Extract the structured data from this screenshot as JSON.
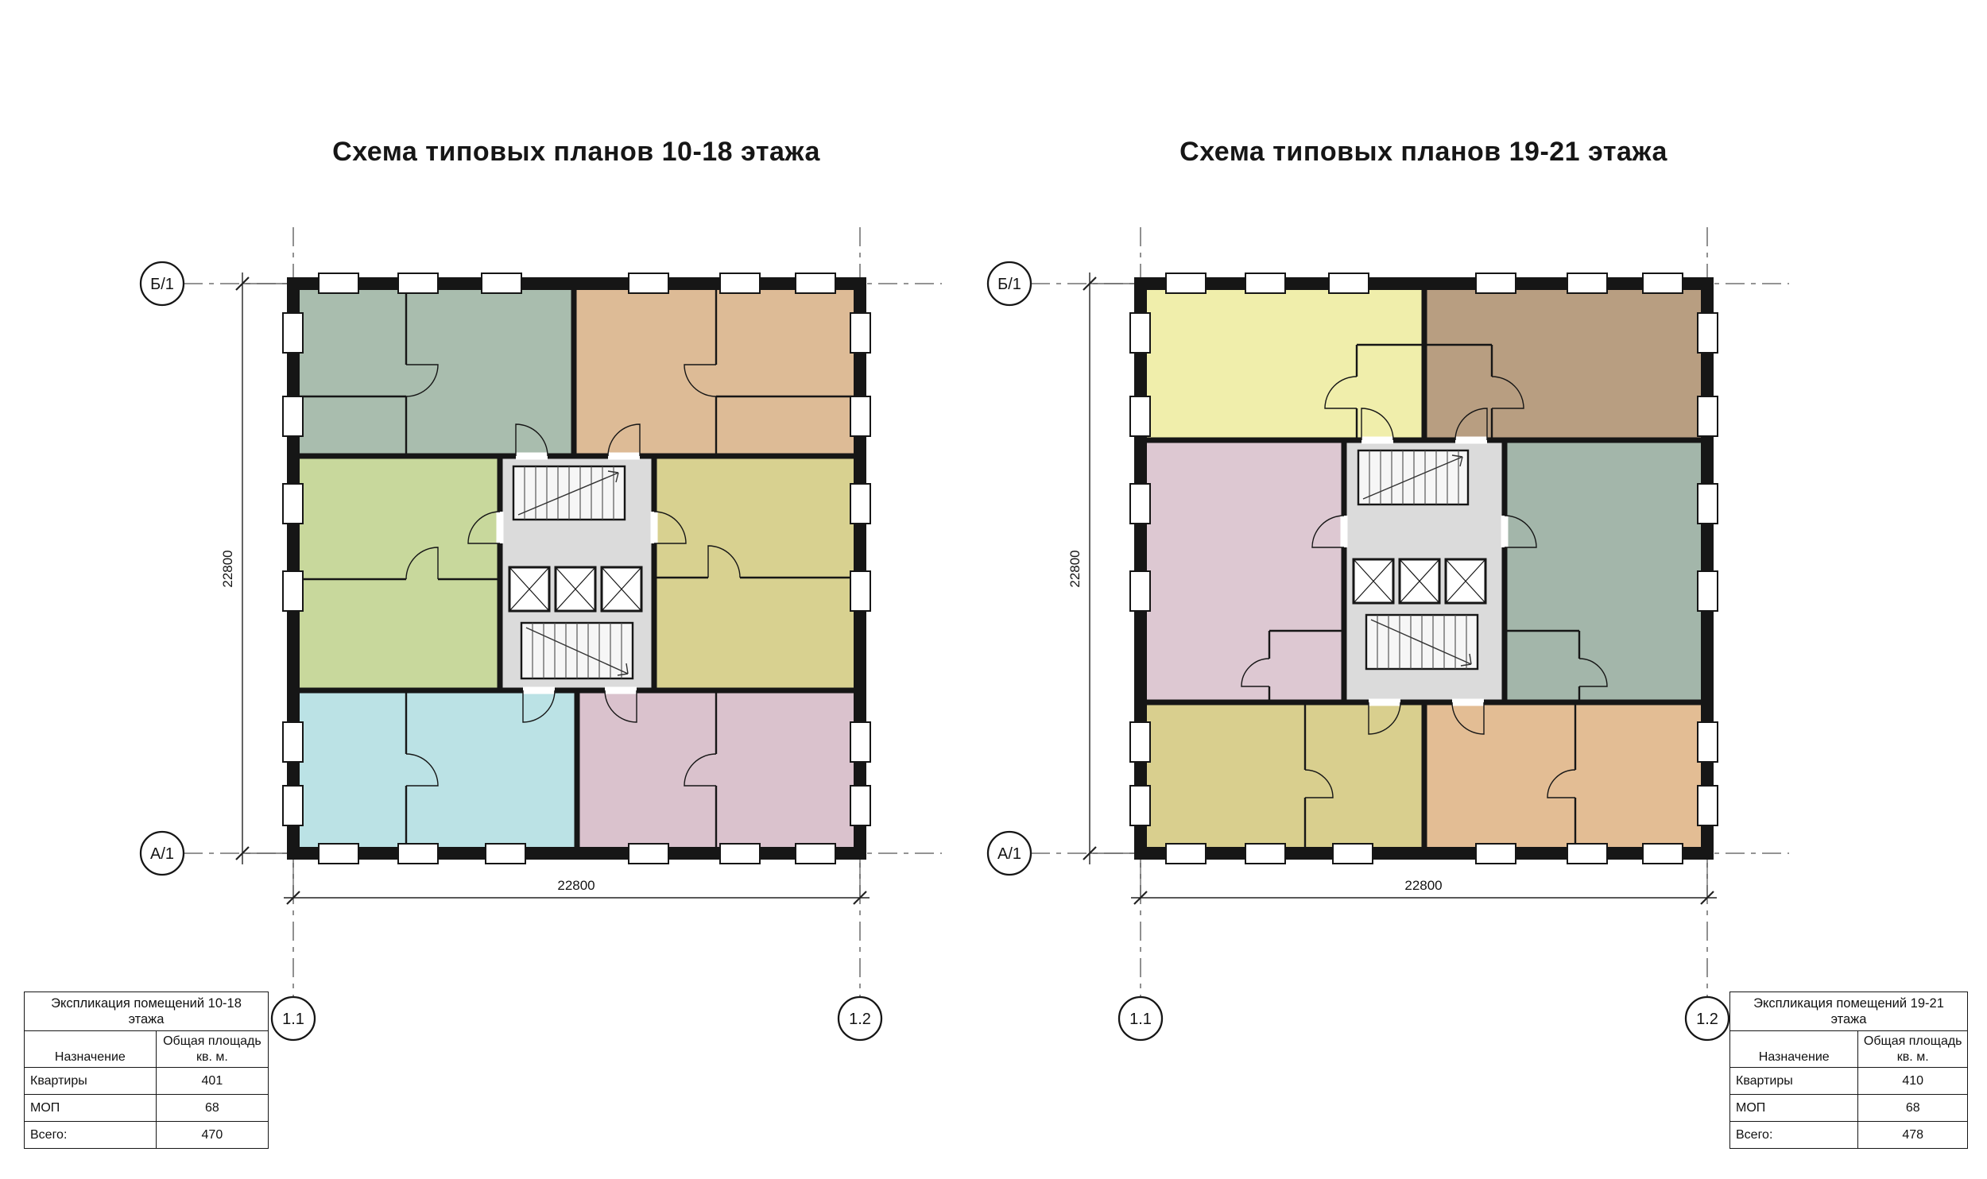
{
  "page": {
    "background": "#ffffff",
    "ink": "#161616"
  },
  "plans": [
    {
      "title": "Схема типовых планов 10-18 этажа",
      "axes": {
        "row_top": "Б/1",
        "row_bottom": "А/1",
        "col_left": "1.1",
        "col_right": "1.2"
      },
      "dims": {
        "vertical": "22800",
        "horizontal": "22800"
      },
      "colors": {
        "top_left": "#a9bdae",
        "top_right": "#ddbb96",
        "mid_left": "#c8d89c",
        "mid_right": "#d8d190",
        "bottom_left": "#bbe2e5",
        "bottom_right": "#dac2cd",
        "core": "#dbdbdb",
        "stair": "#f6f6f6"
      }
    },
    {
      "title": "Схема типовых планов 19-21 этажа",
      "axes": {
        "row_top": "Б/1",
        "row_bottom": "А/1",
        "col_left": "1.1",
        "col_right": "1.2"
      },
      "dims": {
        "vertical": "22800",
        "horizontal": "22800"
      },
      "colors": {
        "top_left": "#f0eeab",
        "top_right": "#b89e81",
        "mid_left": "#ddc8d2",
        "mid_right": "#a3b6aa",
        "bottom_left": "#d9cf8e",
        "bottom_right": "#e3bd94",
        "core": "#dbdbdb",
        "stair": "#f6f6f6"
      }
    }
  ],
  "tables": [
    {
      "title_line1": "Экспликация помещений  10-18",
      "title_line2": "этажа",
      "col_purpose": "Назначение",
      "col_area_line1": "Общая площадь",
      "col_area_line2": "кв. м.",
      "rows": [
        {
          "label": "Квартиры",
          "value": "401"
        },
        {
          "label": "МОП",
          "value": "68"
        },
        {
          "label": "Всего:",
          "value": "470"
        }
      ]
    },
    {
      "title_line1": "Экспликация помещений  19-21",
      "title_line2": "этажа",
      "col_purpose": "Назначение",
      "col_area_line1": "Общая площадь",
      "col_area_line2": "кв. м.",
      "rows": [
        {
          "label": "Квартиры",
          "value": "410"
        },
        {
          "label": "МОП",
          "value": "68"
        },
        {
          "label": "Всего:",
          "value": "478"
        }
      ]
    }
  ]
}
